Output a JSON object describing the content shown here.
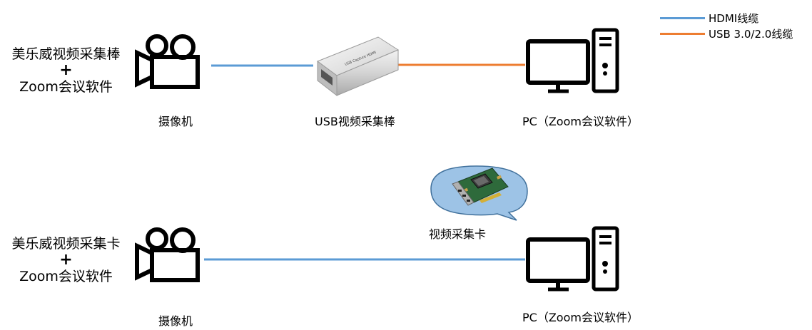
{
  "legend": [
    {
      "label": "HDMI线缆",
      "color": "#5b9bd5"
    },
    {
      "label": "USB 3.0/2.0线缆",
      "color": "#ed7d31"
    }
  ],
  "row1": {
    "title_line1": "美乐威视频采集棒",
    "plus": "+",
    "title_line3": "Zoom会议软件",
    "camera_label": "摄像机",
    "device_label": "USB视频采集棒",
    "device_text": "USB Capture HDMI",
    "pc_label": "PC（Zoom会议软件）"
  },
  "row2": {
    "title_line1": "美乐威视频采集卡",
    "plus": "+",
    "title_line3": "Zoom会议软件",
    "camera_label": "摄像机",
    "card_label": "视频采集卡",
    "pc_label": "PC（Zoom会议软件）"
  },
  "colors": {
    "hdmi": "#5b9bd5",
    "usb": "#ed7d31",
    "icon": "#000000",
    "bubble": "#9dc3e6",
    "bubble_border": "#41719c"
  }
}
